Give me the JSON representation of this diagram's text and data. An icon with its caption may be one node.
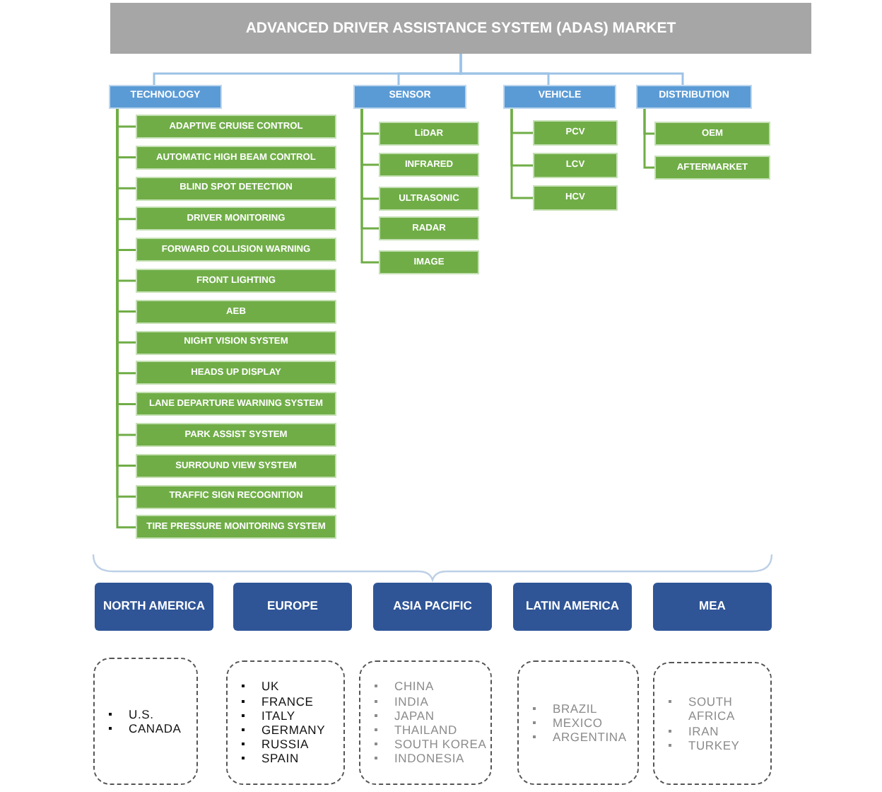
{
  "diagram": {
    "nodes": [
      {
        "text": [
          "ADVANCED DRIVER ASSISTANCE SYSTEM (ADAS) MARKET"
        ]
      },
      {
        "text": [
          "TECHNOLOGY"
        ]
      },
      {
        "text": [
          "SENSOR"
        ]
      },
      {
        "text": [
          "VEHICLE"
        ]
      },
      {
        "text": [
          "DISTRIBUTION"
        ]
      },
      {
        "text": [
          "ADAPTIVE CRUISE CONTROL"
        ]
      },
      {
        "text": [
          "AUTOMATIC HIGH BEAM CONTROL"
        ]
      },
      {
        "text": [
          "BLIND SPOT DETECTION"
        ]
      },
      {
        "text": [
          "DRIVER MONITORING"
        ]
      },
      {
        "text": [
          "FORWARD COLLISION WARNING"
        ]
      },
      {
        "text": [
          "FRONT LIGHTING"
        ]
      },
      {
        "text": [
          "AEB"
        ]
      },
      {
        "text": [
          "NIGHT VISION SYSTEM"
        ]
      },
      {
        "text": [
          "HEADS UP DISPLAY"
        ]
      },
      {
        "text": [
          "LANE DEPARTURE WARNING SYSTEM"
        ]
      },
      {
        "text": [
          "PARK ASSIST SYSTEM"
        ]
      },
      {
        "text": [
          "SURROUND VIEW SYSTEM"
        ]
      },
      {
        "text": [
          "TRAFFIC SIGN RECOGNITION"
        ]
      },
      {
        "text": [
          "TIRE PRESSURE MONITORING SYSTEM"
        ]
      },
      {
        "text": [
          "LiDAR"
        ]
      },
      {
        "text": [
          "INFRARED"
        ]
      },
      {
        "text": [
          "ULTRASONIC"
        ]
      },
      {
        "text": [
          "RADAR"
        ]
      },
      {
        "text": [
          "IMAGE"
        ]
      },
      {
        "text": [
          "PCV"
        ]
      },
      {
        "text": [
          "LCV"
        ]
      },
      {
        "text": [
          "HCV"
        ]
      },
      {
        "text": [
          "OEM"
        ]
      },
      {
        "text": [
          "AFTERMARKET"
        ]
      },
      {
        "text": [
          "NORTH AMERICA"
        ]
      },
      {
        "text": [
          "EUROPE"
        ]
      },
      {
        "text": [
          "ASIA PACIFIC"
        ]
      },
      {
        "text": [
          "LATIN AMERICA"
        ]
      },
      {
        "text": [
          "MEA"
        ]
      },
      {
        "text": [
          "U.S.",
          "CANADA"
        ]
      },
      {
        "text": [
          "UK",
          "FRANCE",
          "ITALY",
          "GERMANY",
          "RUSSIA",
          "SPAIN"
        ]
      },
      {
        "text": [
          "CHINA",
          "INDIA",
          "JAPAN",
          "THAILAND",
          "SOUTH KOREA",
          "INDONESIA"
        ]
      },
      {
        "text": [
          "BRAZIL",
          "MEXICO",
          "ARGENTINA"
        ]
      },
      {
        "text": [
          "SOUTH AFRICA",
          "IRAN",
          "TURKEY"
        ]
      }
    ],
    "edges": [
      {
        "from": 0,
        "to": 1,
        "arrow": "none",
        "color": "#9dc3e6"
      },
      {
        "from": 0,
        "to": 2,
        "arrow": "none",
        "color": "#9dc3e6"
      },
      {
        "from": 0,
        "to": 3,
        "arrow": "none",
        "color": "#9dc3e6"
      },
      {
        "from": 0,
        "to": 4,
        "arrow": "none",
        "color": "#9dc3e6"
      },
      {
        "from": 1,
        "to": 5,
        "arrow": "none"
      },
      {
        "from": 1,
        "to": 6,
        "arrow": "none"
      },
      {
        "from": 1,
        "to": 7,
        "arrow": "none"
      },
      {
        "from": 1,
        "to": 8,
        "arrow": "none"
      },
      {
        "from": 1,
        "to": 9,
        "arrow": "none"
      },
      {
        "from": 1,
        "to": 10,
        "arrow": "none"
      },
      {
        "from": 1,
        "to": 11,
        "arrow": "none"
      },
      {
        "from": 1,
        "to": 12,
        "arrow": "none"
      },
      {
        "from": 1,
        "to": 13,
        "arrow": "none"
      },
      {
        "from": 1,
        "to": 14,
        "arrow": "none"
      },
      {
        "from": 1,
        "to": 15,
        "arrow": "none"
      },
      {
        "from": 1,
        "to": 16,
        "arrow": "none"
      },
      {
        "from": 1,
        "to": 17,
        "arrow": "none"
      },
      {
        "from": 1,
        "to": 18,
        "arrow": "none"
      },
      {
        "from": 2,
        "to": 19,
        "arrow": "none"
      },
      {
        "from": 2,
        "to": 20,
        "arrow": "none"
      },
      {
        "from": 2,
        "to": 21,
        "arrow": "none"
      },
      {
        "from": 2,
        "to": 22,
        "arrow": "none"
      },
      {
        "from": 2,
        "to": 23,
        "arrow": "none"
      },
      {
        "from": 3,
        "to": 24,
        "arrow": "none"
      },
      {
        "from": 3,
        "to": 25,
        "arrow": "none"
      },
      {
        "from": 3,
        "to": 26,
        "arrow": "none"
      },
      {
        "from": 4,
        "to": 27,
        "arrow": "none"
      },
      {
        "from": 4,
        "to": 28,
        "arrow": "none"
      }
    ]
  }
}
